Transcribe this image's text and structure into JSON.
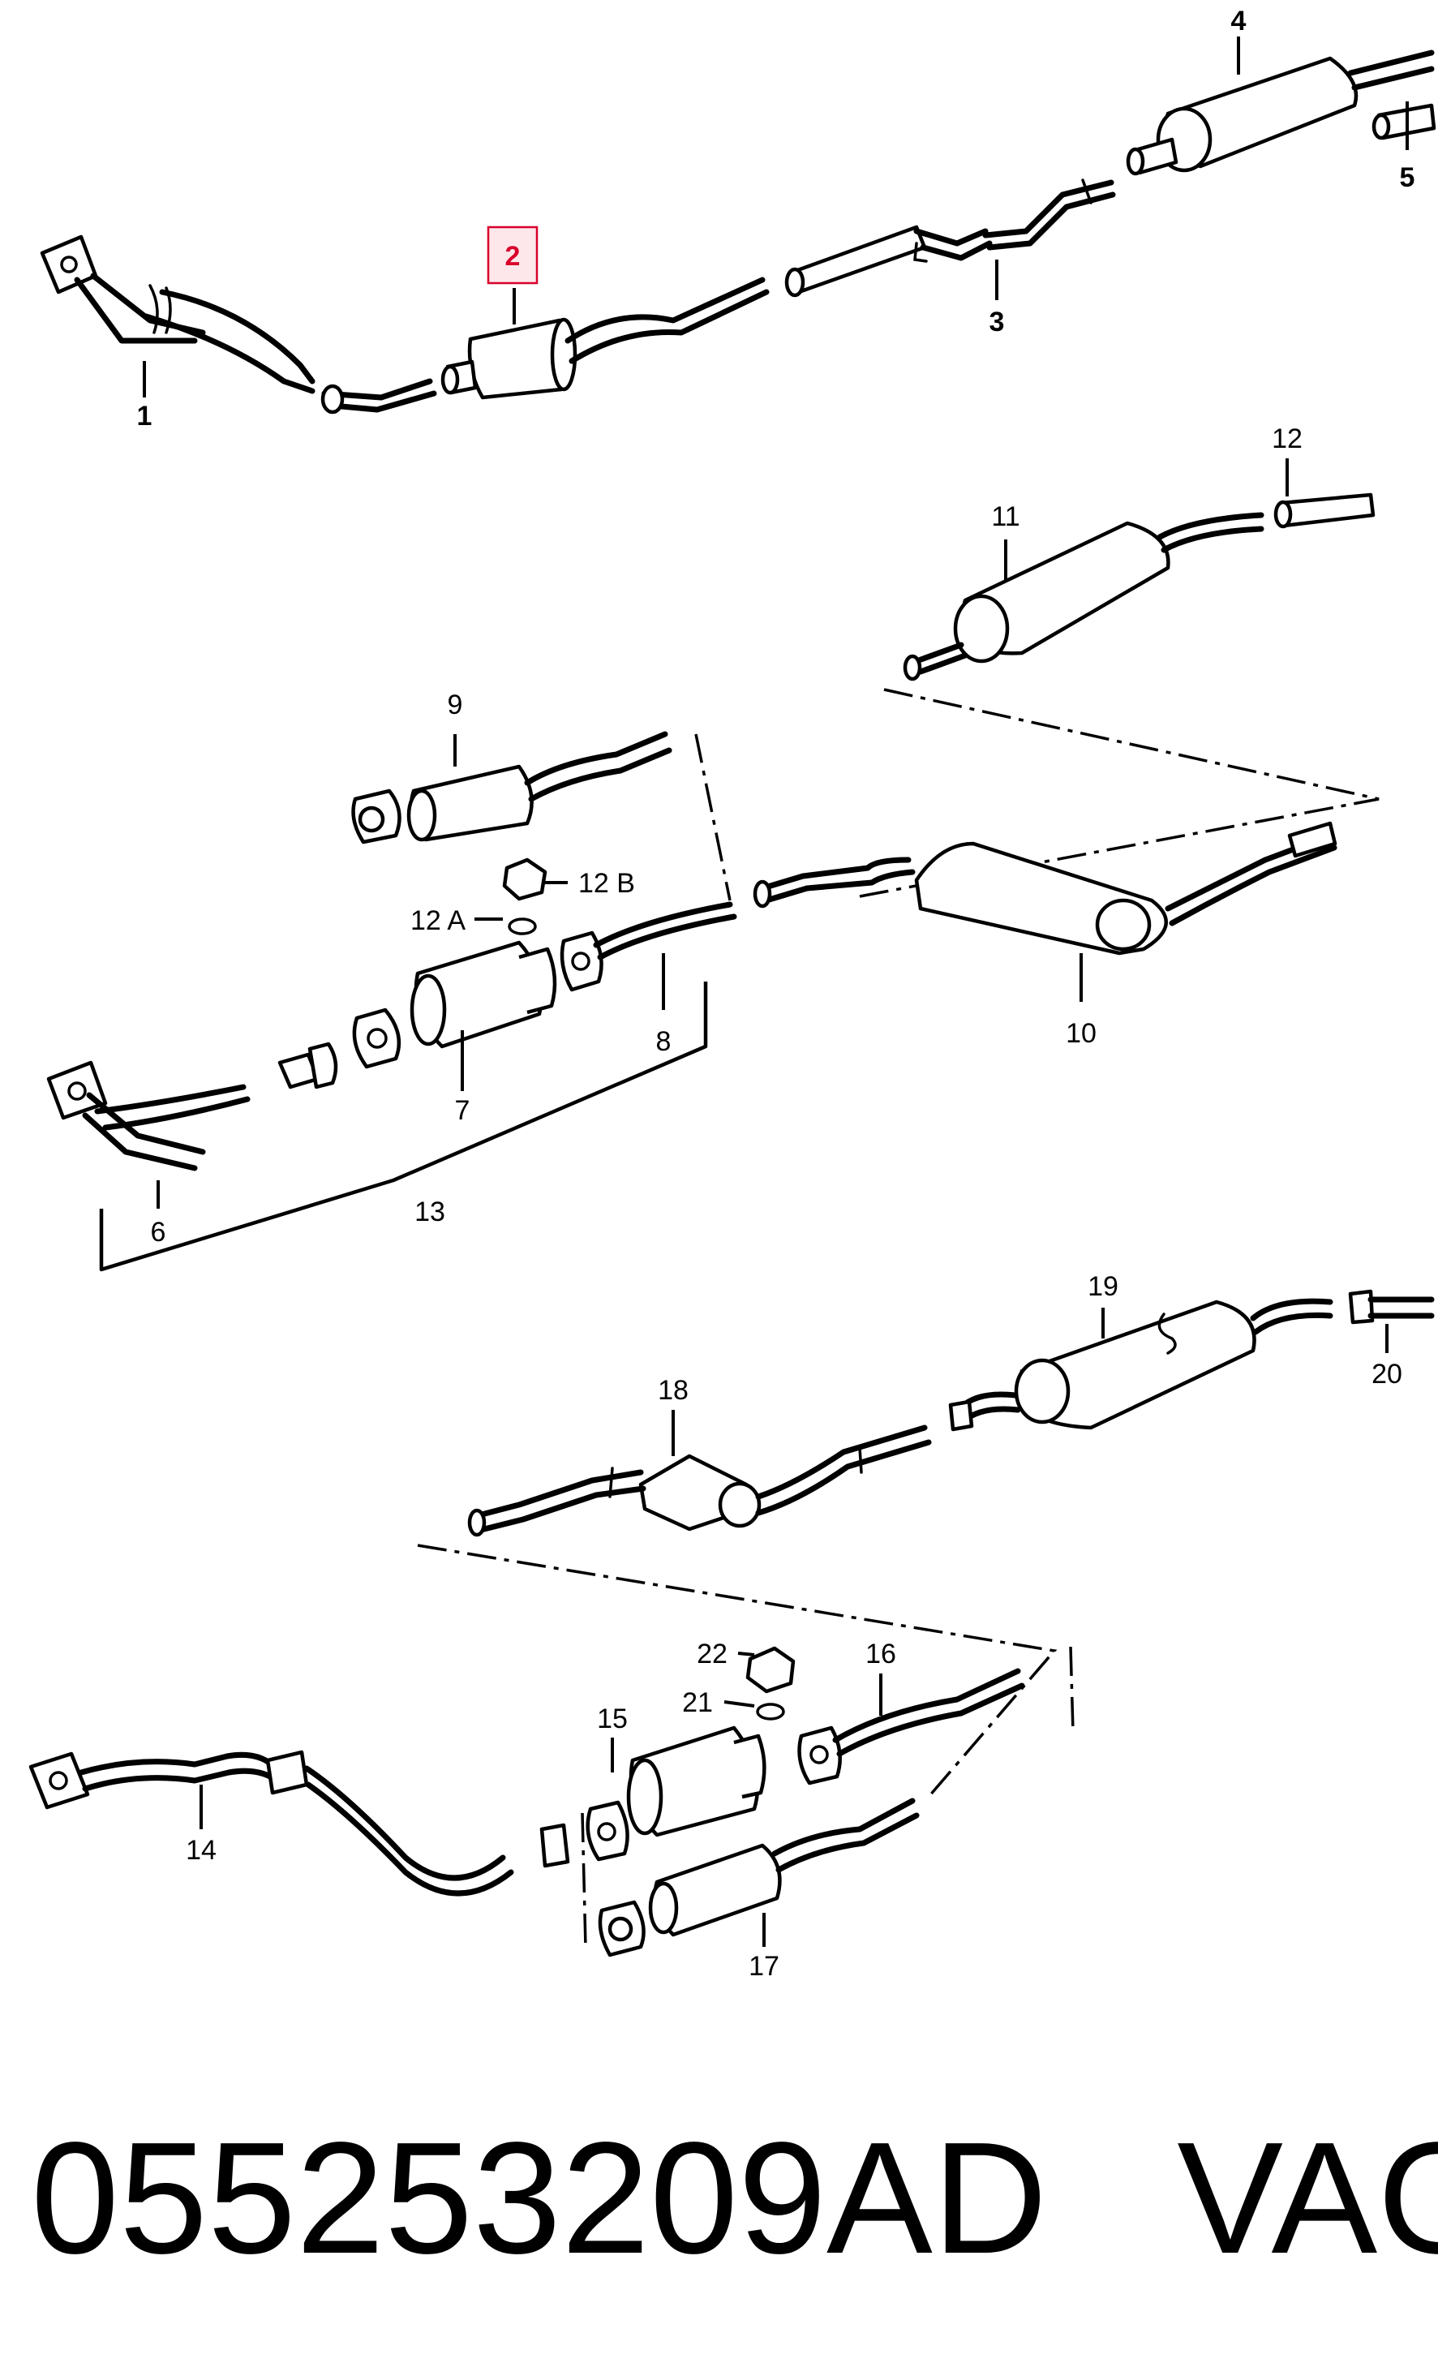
{
  "callouts": {
    "c1": "1",
    "c2": "2",
    "c3": "3",
    "c4": "4",
    "c5": "5",
    "c6": "6",
    "c7": "7",
    "c8": "8",
    "c9": "9",
    "c10": "10",
    "c11": "11",
    "c12": "12",
    "c12a": "12 A",
    "c12b": "12 B",
    "c13": "13",
    "c14": "14",
    "c15": "15",
    "c16": "16",
    "c17": "17",
    "c18": "18",
    "c19": "19",
    "c20": "20",
    "c21": "21",
    "c22": "22"
  },
  "highlight": {
    "callout": "2",
    "color": "#d9002b",
    "fill": "#fde7ea"
  },
  "footer": {
    "part_number": "055253209AD",
    "brand": "VAG"
  }
}
